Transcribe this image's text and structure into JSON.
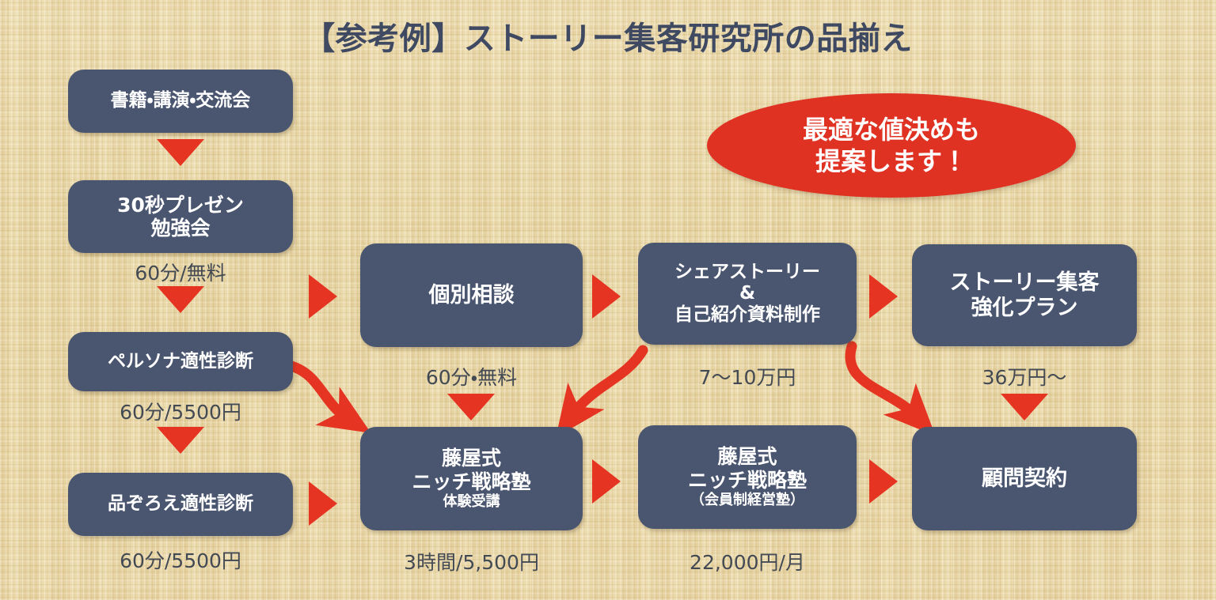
{
  "page": {
    "title": "【参考例】ストーリー集客研究所の品揃え",
    "background_color": "#e9daae",
    "box_color": "#4a5670",
    "accent_color": "#e63422",
    "caption_color": "#434a53"
  },
  "callout": {
    "line1": "最適な値決めも",
    "line2": "提案します！",
    "color": "#e03223"
  },
  "nodes": {
    "books": {
      "line1": "書籍・講演・交流会"
    },
    "pitch": {
      "line1": "30秒プレゼン",
      "line2": "勉強会"
    },
    "persona": {
      "line1": "ペルソナ適性診断"
    },
    "lineup": {
      "line1": "品ぞろえ適性診断"
    },
    "consult": {
      "line1": "個別相談"
    },
    "trial": {
      "line1": "藤屋式",
      "line2": "ニッチ戦略塾",
      "sub": "体験受講"
    },
    "share_story": {
      "line1": "シェアストーリー",
      "line2": "&",
      "line3": "自己紹介資料制作"
    },
    "school": {
      "line1": "藤屋式",
      "line2": "ニッチ戦略塾",
      "sub": "（会員制経営塾）"
    },
    "plan": {
      "line1": "ストーリー集客",
      "line2": "強化プラン"
    },
    "advisory": {
      "line1": "顧問契約"
    }
  },
  "captions": {
    "pitch_price": "60分/無料",
    "persona_price": "60分/5500円",
    "lineup_price": "60分/5500円",
    "consult_price": "60分・無料",
    "trial_price": "3時間/5,500円",
    "share_story_price": "7〜10万円",
    "school_price": "22,000円/月",
    "plan_price": "36万円〜"
  },
  "flow": {
    "type": "diagram",
    "description": "サービス品揃えのフロー図",
    "edges": [
      {
        "from": "books",
        "to": "pitch",
        "kind": "triangle-down"
      },
      {
        "from": "pitch",
        "to": "persona",
        "kind": "triangle-down"
      },
      {
        "from": "persona",
        "to": "lineup",
        "kind": "triangle-down"
      },
      {
        "from": "pitch",
        "to": "consult",
        "kind": "triangle-right"
      },
      {
        "from": "lineup",
        "to": "trial",
        "kind": "triangle-right"
      },
      {
        "from": "persona",
        "to": "trial",
        "kind": "curve"
      },
      {
        "from": "consult",
        "to": "share_story",
        "kind": "triangle-right"
      },
      {
        "from": "consult",
        "to": "trial",
        "kind": "triangle-down"
      },
      {
        "from": "share_story",
        "to": "plan",
        "kind": "triangle-right"
      },
      {
        "from": "share_story",
        "to": "trial",
        "kind": "curve"
      },
      {
        "from": "share_story",
        "to": "advisory",
        "kind": "curve"
      },
      {
        "from": "plan",
        "to": "advisory",
        "kind": "triangle-down"
      },
      {
        "from": "trial",
        "to": "school",
        "kind": "triangle-right"
      },
      {
        "from": "school",
        "to": "advisory",
        "kind": "triangle-right"
      }
    ]
  }
}
